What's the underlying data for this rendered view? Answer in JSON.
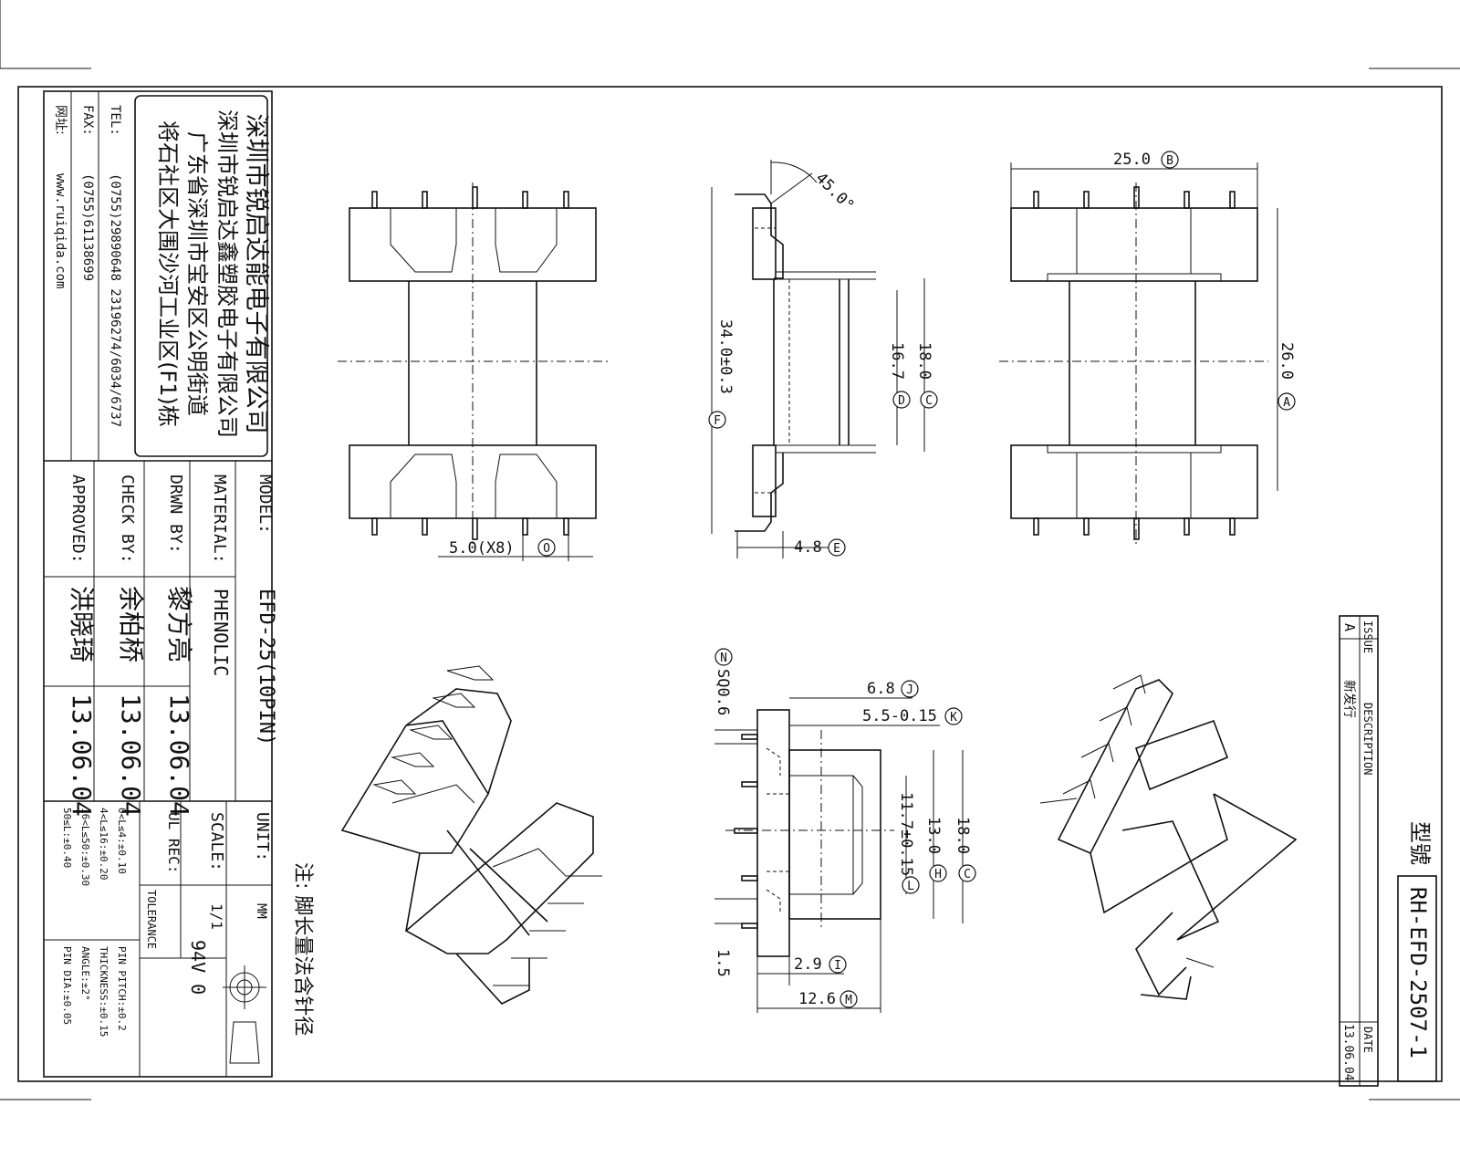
{
  "company": {
    "name": "深圳市锐启达能电子有限公司",
    "factory": "深圳市锐启达鑫塑胶电子有限公司",
    "address1": "广东省深圳市宝安区公明街道",
    "address2": "将石社区大围沙河工业区(F1)栋",
    "tel_label": "TEL:",
    "tel": "(0755)29890648  23196274/6034/6737",
    "fax_label": "FAX:",
    "fax": "(0755)61138699",
    "web_label": "网址:",
    "web": "www.ruiqida.com"
  },
  "title_block": {
    "model_label": "MODEL:",
    "model": "EFD-25(10PIN)",
    "material_label": "MATERIAL:",
    "material": "PHENOLIC",
    "drwn_label": "DRWN BY:",
    "drwn_name": "黎方亮",
    "drwn_date": "13.06.04",
    "check_label": "CHECK BY:",
    "check_name": "余柏桥",
    "check_date": "13.06.04",
    "approved_label": "APPROVED:",
    "approved_name": "洪晓琦",
    "approved_date": "13.06.04",
    "unit_label": "UNIT:",
    "unit": "MM",
    "scale_label": "SCALE:",
    "scale": "1/1",
    "ul_label": "UL REC:",
    "ul": "94V 0",
    "tolerance_label": "TOLERANCE",
    "tol_lines_a": [
      "0<L≤4:±0.10",
      "4<L≤16:±0.20",
      "16<L≤50:±0.30",
      "50≤L:±0.40"
    ],
    "tol_lines_b": [
      "PIN PITCH:±0.2",
      "THICKNESS:±0.15",
      "ANGLE:±2°",
      "PIN DIA:±0.05"
    ]
  },
  "note": "注: 脚长量法含针径",
  "revision": {
    "issue_label": "ISSUE",
    "desc_label": "DESCRIPTION",
    "date_label": "DATE",
    "issue": "A",
    "desc": "新发行",
    "date": "13.06.04",
    "model_label": "型號",
    "model_no": "RH-EFD-2507-1"
  },
  "dimensions": {
    "angle": "45.0°",
    "dim_F": "34.0±0.3",
    "dim_D": "16.7",
    "dim_C": "18.0",
    "dim_E": "4.8",
    "dim_O": "5.0(X8)",
    "dim_B": "25.0",
    "dim_A": "26.0",
    "dim_N": "SQ0.6",
    "dim_J": "6.8",
    "dim_K": "5.5-0.15",
    "dim_L": "11.7±0.15",
    "dim_H": "13.0",
    "dim_C2": "18.0",
    "dim_15": "1.5",
    "dim_I": "2.9",
    "dim_M": "12.6"
  },
  "dim_letters": {
    "O": "O",
    "F": "F",
    "D": "D",
    "C": "C",
    "E": "E",
    "B": "B",
    "A": "A",
    "N": "N",
    "J": "J",
    "K": "K",
    "L": "L",
    "H": "H",
    "I": "I",
    "M": "M"
  }
}
